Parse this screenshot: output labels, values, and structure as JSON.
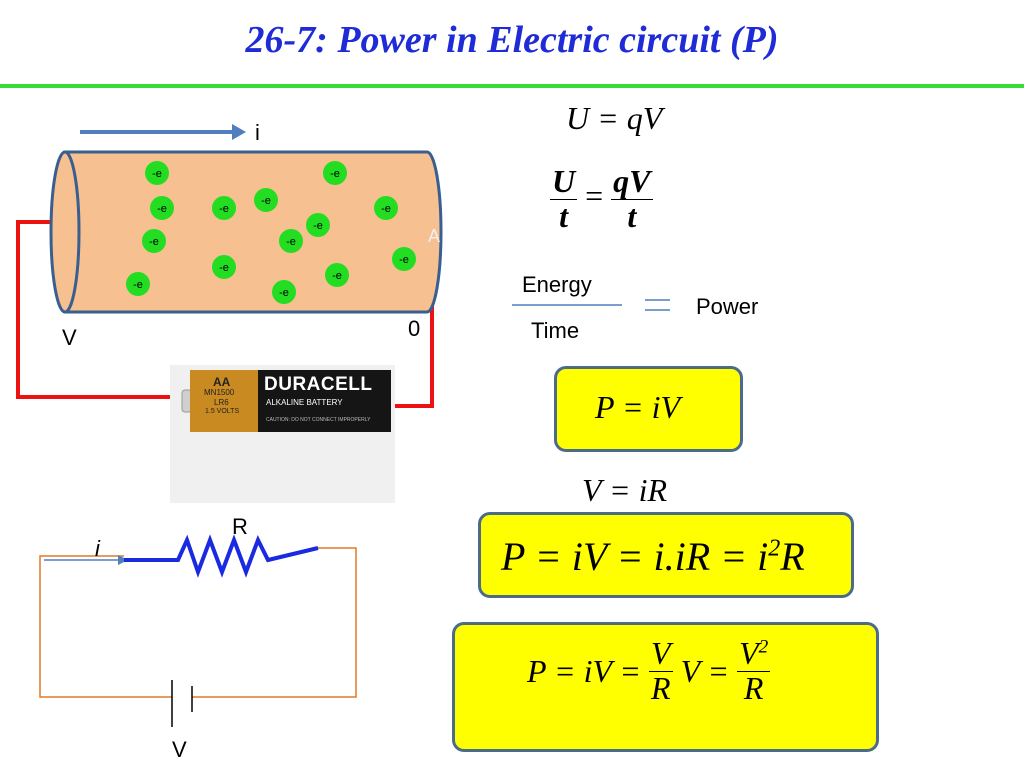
{
  "title": "26-7: Power in Electric circuit (P)",
  "colors": {
    "title": "#1f2bd6",
    "title_rule": "#33dd33",
    "conductor_fill": "#f7c090",
    "conductor_stroke": "#3a5f8f",
    "electron": "#22dd22",
    "wire": "#ee1111",
    "arrow": "#4f7fbf",
    "box_fill": "#ffff00",
    "box_border": "#4a6b8a",
    "resistor": "#1a2ae0",
    "circuit_wire": "#e07a2a"
  },
  "conductor": {
    "current_label": "i",
    "left_label": "V",
    "right_label": "0",
    "end_label": "A",
    "electron_label": "-e"
  },
  "battery": {
    "brand": "DURACELL",
    "line1": "AA",
    "line2": "MN1500",
    "line3": "LR6",
    "line4": "1.5 VOLTS",
    "sub": "ALKALINE BATTERY",
    "caution": "CAUTION: DO NOT CONNECT IMPROPERLY"
  },
  "equations": {
    "eq1": "U = qV",
    "eq2_lhs_num": "U",
    "eq2_lhs_den": "t",
    "eq2_eq": "=",
    "eq2_rhs_num": "qV",
    "eq2_rhs_den": "t",
    "energy": "Energy",
    "time": "Time",
    "power": "Power",
    "box1": "P = iV",
    "ohm": "V = iR",
    "box2_main": "P = iV = i.iR = i",
    "box2_exp": "2",
    "box2_tail": "R",
    "box3_start": "P = iV =",
    "box3_f1_num": "V",
    "box3_f1_den": "R",
    "box3_mid": "V =",
    "box3_f2_num": "V",
    "box3_f2_exp": "2",
    "box3_f2_den": "R"
  },
  "circuit": {
    "current_label": "i",
    "resistor_label": "R",
    "source_label": "V"
  }
}
